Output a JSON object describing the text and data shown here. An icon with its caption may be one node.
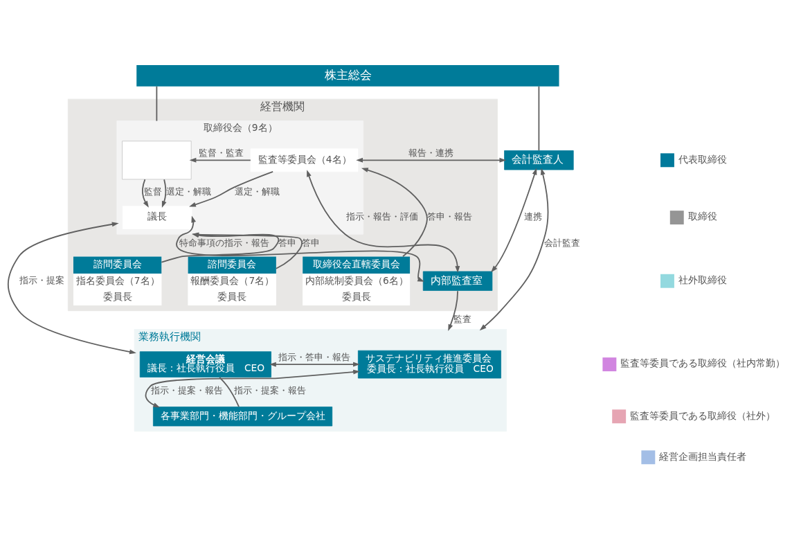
{
  "diagram": {
    "nodes": [
      {
        "text": [
          "株主総会"
        ]
      },
      {
        "text": [
          "経営機関"
        ]
      },
      {
        "text": [
          "取締役会（9名）"
        ],
        "in": 1
      },
      {
        "text": [],
        "shape": "box",
        "in": 2
      },
      {
        "text": [
          "議長"
        ],
        "in": 2
      },
      {
        "text": [
          "監査等委員会（4名）"
        ],
        "in": 2
      },
      {
        "text": [
          "会計監査人"
        ]
      },
      {
        "text": [
          "内部監査室"
        ],
        "in": 1
      },
      {
        "text": [
          "諮問委員会",
          "指名委員会（7名）",
          "委員長"
        ],
        "in": 1
      },
      {
        "text": [
          "諮問委員会",
          "報酬委員会（7名）",
          "委員長"
        ],
        "in": 1
      },
      {
        "text": [
          "取締役会直轄委員会",
          "内部統制委員会（6名）",
          "委員長"
        ],
        "in": 1
      },
      {
        "text": [
          "業務執行機関"
        ]
      },
      {
        "text": [
          "経営会議",
          "議長：社長執行役員　CEO"
        ],
        "in": 11
      },
      {
        "text": [
          "サステナビリティ推進委員会",
          "委員長：社長執行役員　CEO"
        ],
        "in": 11
      },
      {
        "text": [
          "各事業部門・機能部門・グループ会社"
        ],
        "in": 11
      }
    ],
    "edges": [
      {
        "from": 0,
        "to": 2,
        "arrow": "none"
      },
      {
        "from": 0,
        "to": 6,
        "arrow": "none"
      },
      {
        "from": 5,
        "to": 3,
        "arrow": "to",
        "label": "監督・監査"
      },
      {
        "from": 5,
        "to": 4,
        "arrow": "to",
        "label": "選定・解職"
      },
      {
        "from": 3,
        "to": 4,
        "arrow": "to",
        "label": "選定・解職"
      },
      {
        "from": 3,
        "to": 4,
        "arrow": "to",
        "label": "監督"
      },
      {
        "from": 4,
        "to": 7,
        "arrow": "both",
        "label": "特命事項の指示・報告"
      },
      {
        "from": 5,
        "to": 7,
        "arrow": "both",
        "label": "指示・報告・評価"
      },
      {
        "from": 5,
        "to": 6,
        "arrow": "both",
        "label": "報告・連携"
      },
      {
        "from": 6,
        "to": 7,
        "arrow": "both",
        "label": "連携"
      },
      {
        "from": 6,
        "to": 11,
        "arrow": "both",
        "label": "会計監査"
      },
      {
        "from": 7,
        "to": 11,
        "arrow": "to",
        "label": "監査"
      },
      {
        "from": 8,
        "to": 2,
        "arrow": "to",
        "label": "答申"
      },
      {
        "from": 9,
        "to": 2,
        "arrow": "to",
        "label": "答申"
      },
      {
        "from": 10,
        "to": 2,
        "arrow": "to",
        "label": "答申・報告"
      },
      {
        "from": 2,
        "to": 11,
        "arrow": "both",
        "label": "指示・提案"
      },
      {
        "from": 12,
        "to": 14,
        "arrow": "none",
        "label": "指示・提案・報告"
      },
      {
        "from": 12,
        "to": 13,
        "arrow": "both",
        "label": "指示・答申・報告"
      },
      {
        "from": 14,
        "to": 13,
        "arrow": "both",
        "label": "指示・提案・報告"
      }
    ],
    "legend": [
      {
        "text": "代表取締役",
        "color": "#00799b"
      },
      {
        "text": "取締役",
        "color": "#959595"
      },
      {
        "text": "社外取締役",
        "color": "#93d9df"
      },
      {
        "text": "監査等委員である取締役（社内常勤）",
        "color": "#d185e0"
      },
      {
        "text": "監査等委員である取締役（社外）",
        "color": "#e6a5b3"
      },
      {
        "text": "経営企画担当責任者",
        "color": "#a3bee6"
      }
    ]
  }
}
